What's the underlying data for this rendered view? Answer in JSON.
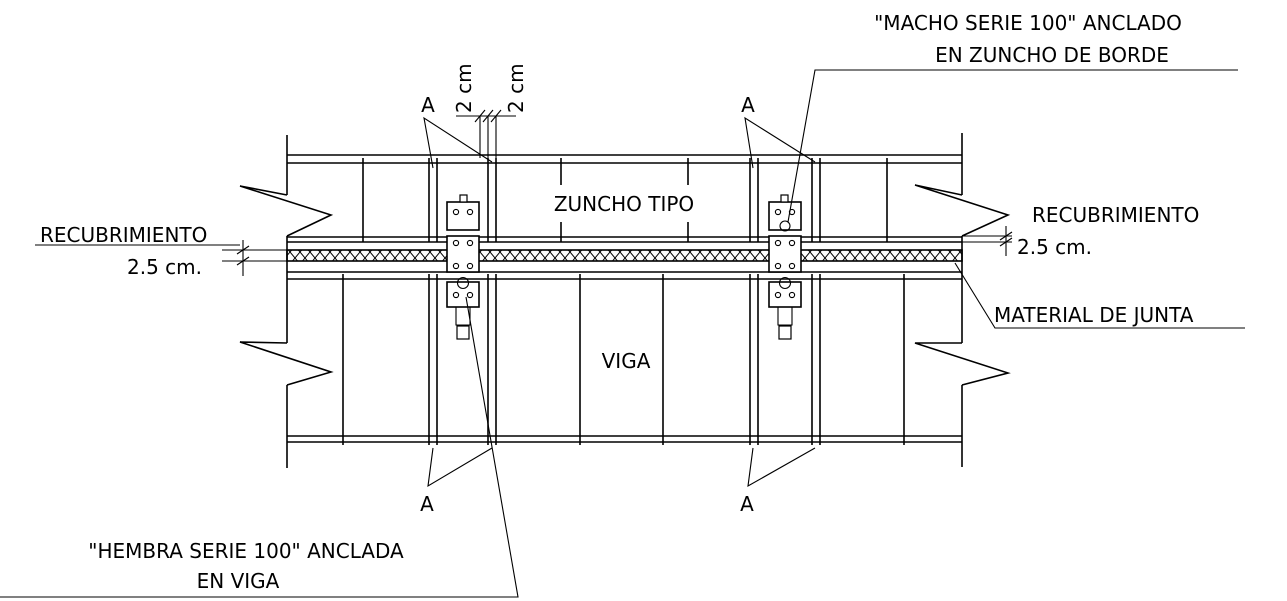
{
  "labels": {
    "macho_line1": "\"MACHO SERIE 100\" ANCLADO",
    "macho_line2": "EN ZUNCHO DE BORDE",
    "hembra_line1": "\"HEMBRA SERIE 100\" ANCLADA",
    "hembra_line2": "EN VIGA",
    "zuncho": "ZUNCHO TIPO",
    "viga": "VIGA",
    "recub_left": "RECUBRIMIENTO",
    "recub_left_value": "2.5 cm.",
    "recub_right": "RECUBRIMIENTO",
    "recub_right_value": "2.5 cm.",
    "material": "MATERIAL DE JUNTA",
    "dim_a": "2 cm",
    "dim_b": "2 cm",
    "section_mark": "A"
  }
}
